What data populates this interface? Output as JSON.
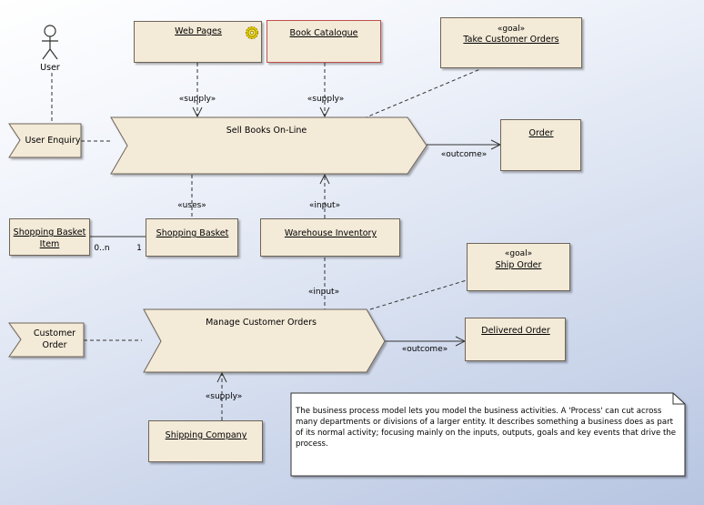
{
  "actor": {
    "name": "User"
  },
  "processes": {
    "sell_books": "Sell Books On-Line",
    "manage_orders": "Manage Customer Orders"
  },
  "events": {
    "user_enquiry": "User Enquiry",
    "customer_order_line1": "Customer",
    "customer_order_line2": "Order"
  },
  "resources": {
    "web_pages": "Web Pages",
    "book_catalogue": "Book Catalogue",
    "shopping_basket": "Shopping Basket",
    "shopping_basket_item_line1": "Shopping Basket",
    "shopping_basket_item_line2": "Item",
    "warehouse_inventory": "Warehouse Inventory",
    "shipping_company": "Shipping Company"
  },
  "goals": {
    "take_orders_stereotype": "«goal»",
    "take_orders": "Take Customer Orders",
    "ship_order_stereotype": "«goal»",
    "ship_order": "Ship Order"
  },
  "outputs": {
    "order": "Order",
    "delivered_order": "Delivered Order"
  },
  "connector_labels": {
    "supply_web": "«supply»",
    "supply_catalogue": "«supply»",
    "uses": "«uses»",
    "input_inventory": "«input»",
    "input_manage": "«input»",
    "supply_shipping": "«supply»",
    "outcome_order": "«outcome»",
    "outcome_delivered": "«outcome»",
    "mult_many": "0..n",
    "mult_one": "1"
  },
  "note": {
    "text": "The business process model lets you model the business activities. A 'Process' can cut across many  departments or divisions of a larger entity. It describes something a business does as part of its normal activity; focusing mainly on the inputs, outputs, goals and key events that drive the process."
  },
  "colors": {
    "element_fill": "#f3ead8",
    "element_border": "#6e6458",
    "selected_border": "#c0504d",
    "gear_icon": "#e8d200"
  }
}
